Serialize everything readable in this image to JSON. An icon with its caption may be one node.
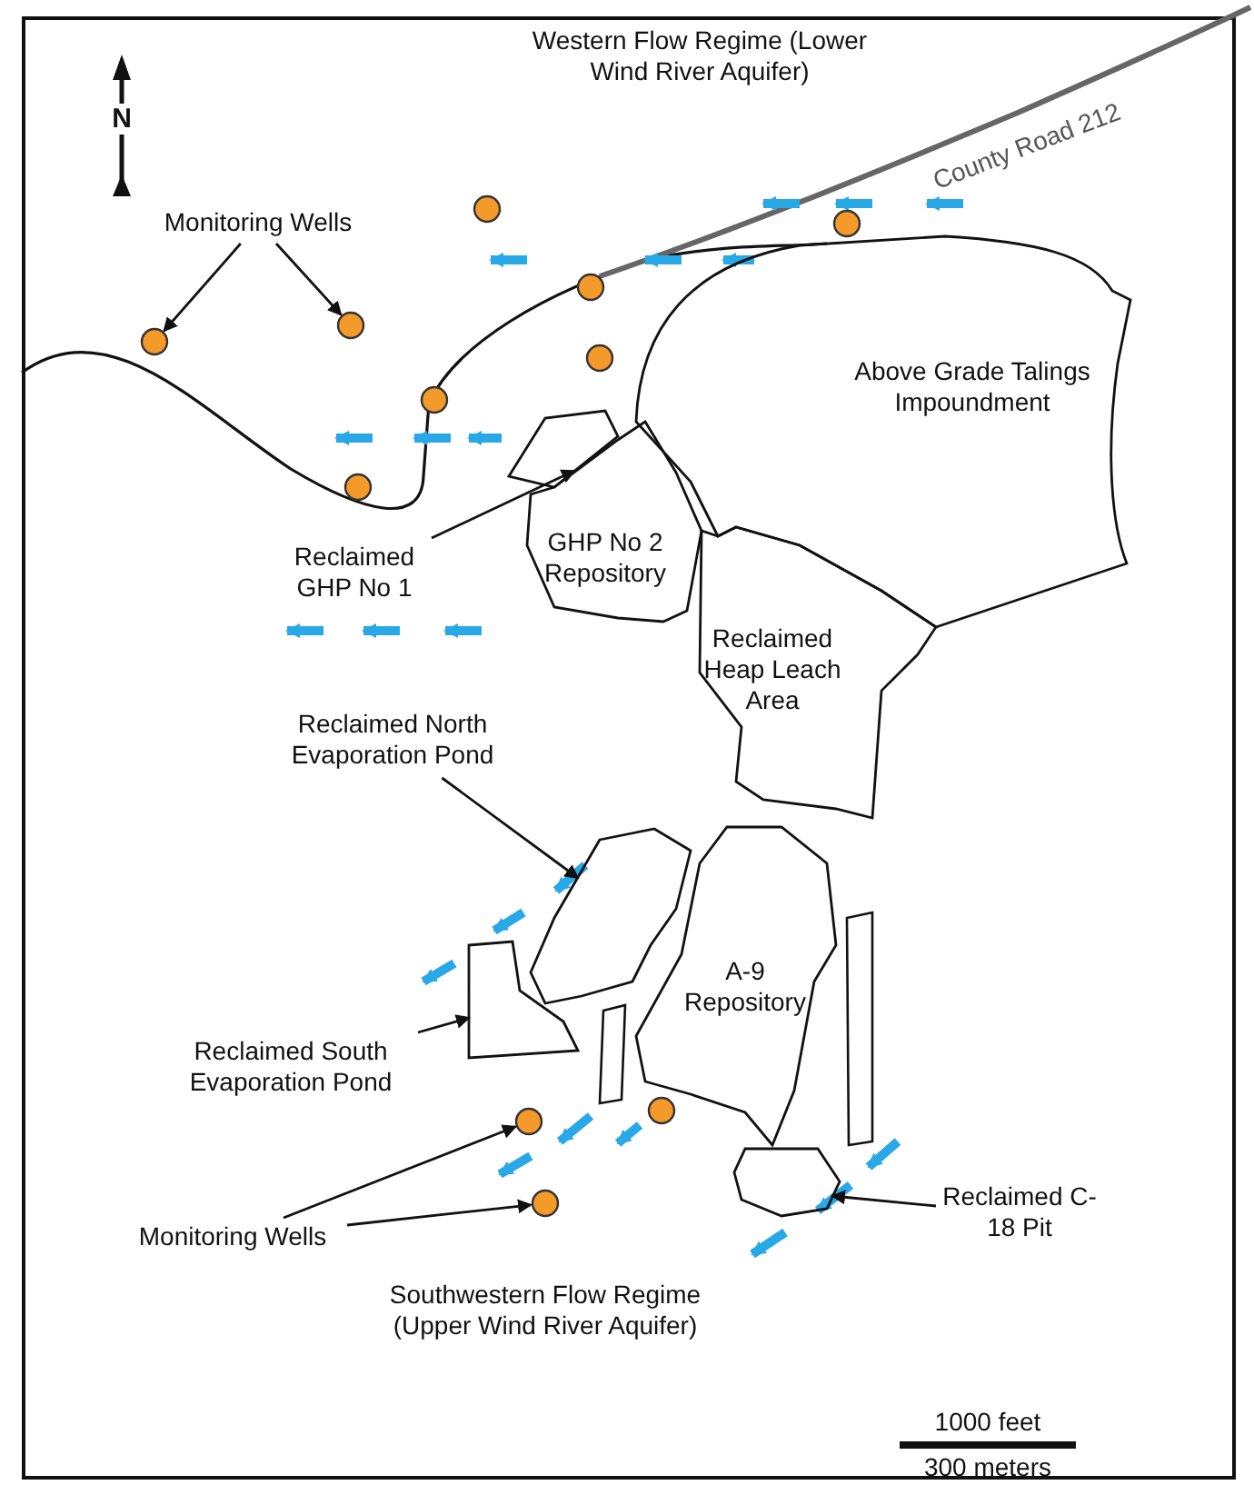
{
  "diagram": {
    "nodes": [
      {
        "text": [
          "Monitoring Wells"
        ]
      },
      {
        "text": [],
        "shape": "circle"
      },
      {
        "text": [],
        "shape": "circle"
      },
      {
        "text": [],
        "shape": "circle"
      },
      {
        "text": [],
        "shape": "circle"
      },
      {
        "text": [],
        "shape": "circle"
      },
      {
        "text": [],
        "shape": "circle"
      },
      {
        "text": [],
        "shape": "circle"
      },
      {
        "text": [],
        "shape": "circle"
      },
      {
        "text": [
          "Above Grade Talings Impoundment"
        ]
      },
      {
        "text": [
          "Reclaimed GHP No 1"
        ]
      },
      {
        "text": [],
        "shape": "polygon"
      },
      {
        "text": [
          "GHP No 2 Repository"
        ]
      },
      {
        "text": [
          "Reclaimed Heap Leach Area"
        ]
      },
      {
        "text": [
          "Reclaimed North Evaporation Pond"
        ]
      },
      {
        "text": [],
        "shape": "polygon"
      },
      {
        "text": [
          "A-9 Repository"
        ]
      },
      {
        "text": [
          "Reclaimed South Evaporation Pond"
        ]
      },
      {
        "text": [],
        "shape": "polygon"
      },
      {
        "text": [],
        "shape": "circle"
      },
      {
        "text": [
          "Monitoring Wells"
        ]
      },
      {
        "text": [],
        "shape": "circle"
      },
      {
        "text": [],
        "shape": "circle"
      },
      {
        "text": [
          "Reclaimed C-18 Pit"
        ]
      },
      {
        "text": [],
        "shape": "polygon"
      }
    ],
    "edges": [
      {
        "from": 0,
        "to": 1,
        "arrow": "to"
      },
      {
        "from": 0,
        "to": 2,
        "arrow": "to"
      },
      {
        "from": 10,
        "to": 11,
        "arrow": "to"
      },
      {
        "from": 14,
        "to": 15,
        "arrow": "to"
      },
      {
        "from": 17,
        "to": 18,
        "arrow": "to"
      },
      {
        "from": 20,
        "to": 21,
        "arrow": "to"
      },
      {
        "from": 20,
        "to": 22,
        "arrow": "to"
      },
      {
        "from": 23,
        "to": 24,
        "arrow": "to"
      }
    ],
    "labels": [
      "N",
      "Western Flow Regime (Lower Wind River Aquifer)",
      "County Road 212",
      "Southwestern Flow Regime (Upper Wind River Aquifer)",
      "1000 feet",
      "300 meters"
    ]
  }
}
